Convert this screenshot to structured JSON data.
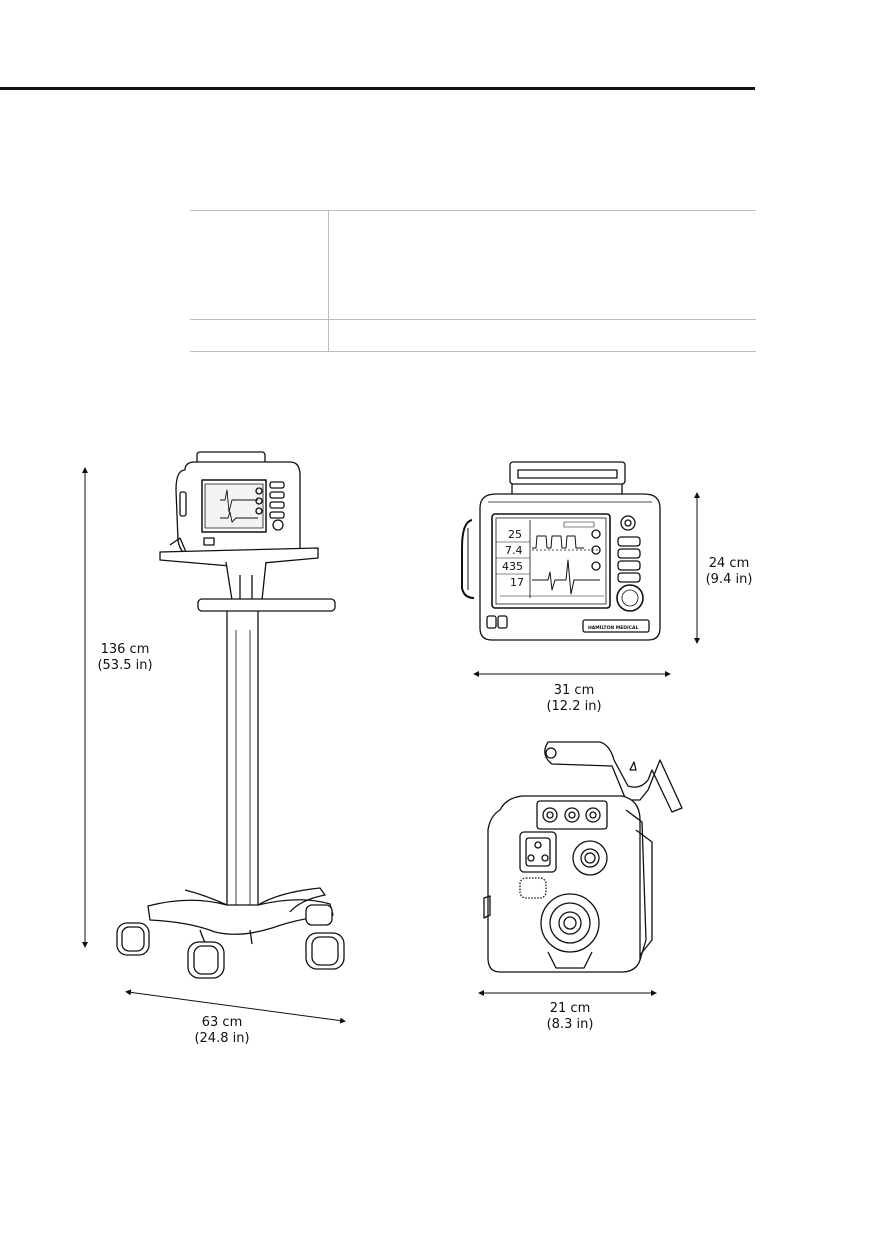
{
  "spec_table": {
    "rows": [
      {
        "label": "",
        "value": ""
      },
      {
        "label": "",
        "value": ""
      }
    ]
  },
  "monitor_screen": {
    "readings": [
      "25",
      "7.4",
      "435",
      "17"
    ]
  },
  "brand_plate": "HAMILTON MEDICAL",
  "dimensions": {
    "cart_height": {
      "metric": "136 cm",
      "imperial": "(53.5 in)"
    },
    "cart_width": {
      "metric": "63 cm",
      "imperial": "(24.8 in)"
    },
    "device_height": {
      "metric": "24 cm",
      "imperial": "(9.4 in)"
    },
    "device_width": {
      "metric": "31 cm",
      "imperial": "(12.2 in)"
    },
    "device_depth": {
      "metric": "21 cm",
      "imperial": "(8.3 in)"
    }
  }
}
